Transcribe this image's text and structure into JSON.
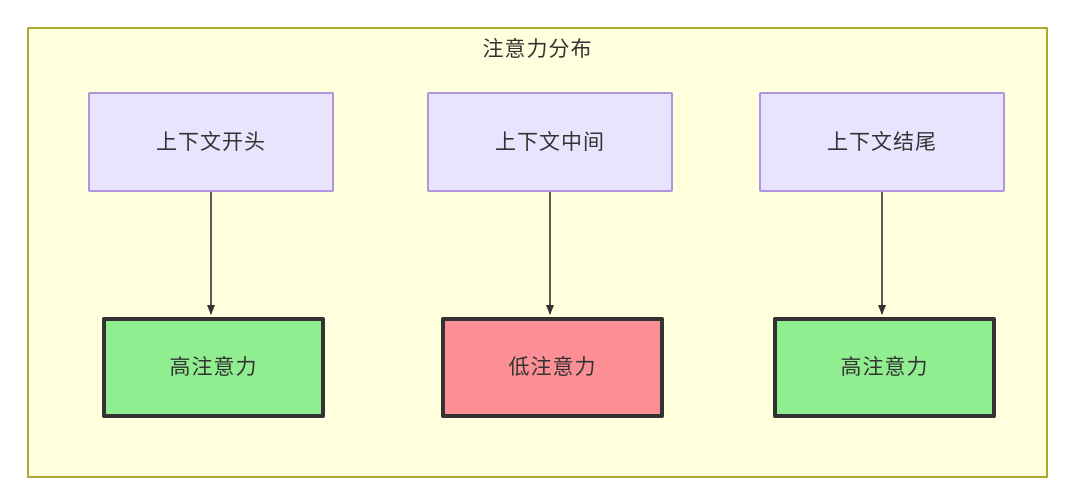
{
  "diagram": {
    "title": "注意力分布",
    "container": {
      "fill": "#ffffdd",
      "stroke": "#aaaa33"
    },
    "columns": [
      {
        "id": "start",
        "source": {
          "label": "上下文开头",
          "fill": "#e8e4fd",
          "stroke": "#b094e0"
        },
        "target": {
          "label": "高注意力",
          "fill": "#90ee90",
          "stroke": "#333333"
        },
        "edge": {
          "label": "",
          "stroke": "#333333"
        }
      },
      {
        "id": "middle",
        "source": {
          "label": "上下文中间",
          "fill": "#e8e4fd",
          "stroke": "#b094e0"
        },
        "target": {
          "label": "低注意力",
          "fill": "#fc8f96",
          "stroke": "#333333"
        },
        "edge": {
          "label": "",
          "stroke": "#333333"
        }
      },
      {
        "id": "end",
        "source": {
          "label": "上下文结尾",
          "fill": "#e8e4fd",
          "stroke": "#b094e0"
        },
        "target": {
          "label": "高注意力",
          "fill": "#90ee90",
          "stroke": "#333333"
        },
        "edge": {
          "label": "",
          "stroke": "#333333"
        }
      }
    ]
  }
}
